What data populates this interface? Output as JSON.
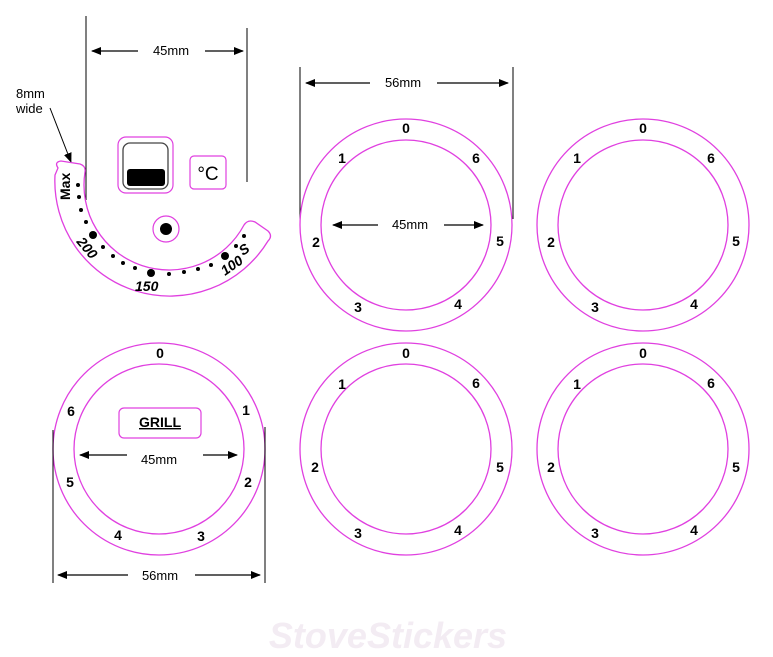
{
  "colors": {
    "ring": "#e040e0",
    "line": "#000000",
    "watermark": "#f3ecf3"
  },
  "oven_dial": {
    "width_label": "45mm",
    "band_label_line1": "8mm",
    "band_label_line2": "wide",
    "scale_labels": [
      "Max",
      "200",
      "150",
      "100",
      "S"
    ],
    "unit": "°C",
    "icons": [
      "oven-bottom-heat-icon",
      "center-dot-icon"
    ]
  },
  "dial_top_middle": {
    "outer_label": "56mm",
    "inner_label": "45mm",
    "numbers": [
      "0",
      "1",
      "2",
      "3",
      "4",
      "5",
      "6"
    ]
  },
  "dial_top_right": {
    "numbers": [
      "0",
      "1",
      "2",
      "3",
      "4",
      "5",
      "6"
    ]
  },
  "dial_grill": {
    "title": "GRILL",
    "inner_label": "45mm",
    "outer_label": "56mm",
    "numbers": [
      "0",
      "1",
      "2",
      "3",
      "4",
      "5",
      "6"
    ]
  },
  "dial_bottom_middle": {
    "numbers": [
      "0",
      "1",
      "2",
      "3",
      "4",
      "5",
      "6"
    ]
  },
  "dial_bottom_right": {
    "numbers": [
      "0",
      "1",
      "2",
      "3",
      "4",
      "5",
      "6"
    ]
  },
  "watermark": "StoveStickers"
}
